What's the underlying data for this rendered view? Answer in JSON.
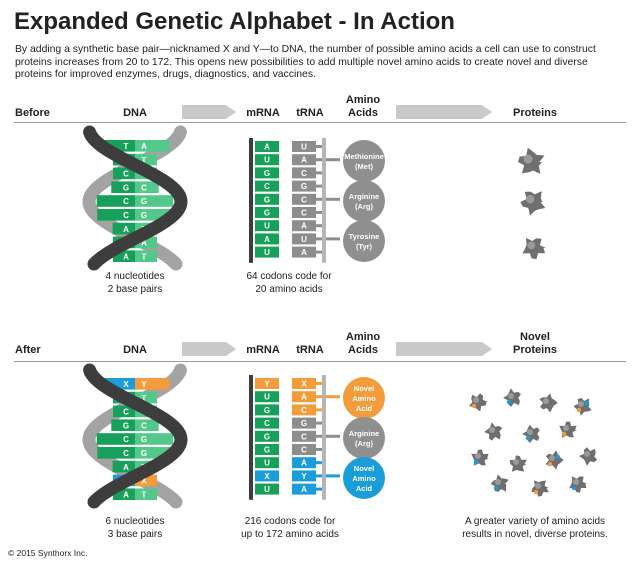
{
  "title": "Expanded Genetic Alphabet - In Action",
  "intro": "By adding a synthetic base pair—nicknamed X and Y—to DNA, the number of possible amino acids a cell can use to construct proteins increases from 20 to 172. This opens new possibilities to add multiple novel amino acids to create novel and diverse proteins for improved enzymes, drugs, diagnostics, and vaccines.",
  "colors": {
    "green": "#17a05a",
    "green_light": "#52c98b",
    "orange": "#f39c3c",
    "blue": "#1a9dd9",
    "gray": "#8d8d8d",
    "dark": "#3d3d3d"
  },
  "before": {
    "label": "Before",
    "dna_header": "DNA",
    "mrna_header": "mRNA",
    "trna_header": "tRNA",
    "amino_header_1": "Amino",
    "amino_header_2": "Acids",
    "proteins_header": "Proteins",
    "dna_pairs": [
      [
        "T",
        "A"
      ],
      [
        "A",
        "T"
      ],
      [
        "C",
        "G"
      ],
      [
        "G",
        "C"
      ],
      [
        "C",
        "G"
      ],
      [
        "C",
        "G"
      ],
      [
        "A",
        "T"
      ],
      [
        "T",
        "A"
      ],
      [
        "A",
        "T"
      ]
    ],
    "mrna": [
      "A",
      "U",
      "G",
      "C",
      "G",
      "G",
      "U",
      "A",
      "U"
    ],
    "trna": [
      "U",
      "A",
      "C",
      "G",
      "C",
      "C",
      "A",
      "U",
      "A"
    ],
    "amino_acids": [
      {
        "line1": "Methionine",
        "line2": "(Met)"
      },
      {
        "line1": "Arginine",
        "line2": "(Arg)"
      },
      {
        "line1": "Tyrosine",
        "line2": "(Tyr)"
      }
    ],
    "dna_caption_1": "4 nucleotides",
    "dna_caption_2": "2 base pairs",
    "codon_caption_1": "64 codons code for",
    "codon_caption_2": "20 amino acids"
  },
  "after": {
    "label": "After",
    "dna_header": "DNA",
    "mrna_header": "mRNA",
    "trna_header": "tRNA",
    "amino_header_1": "Amino",
    "amino_header_2": "Acids",
    "proteins_header_1": "Novel",
    "proteins_header_2": "Proteins",
    "dna_pairs": [
      [
        "X",
        "Y"
      ],
      [
        "A",
        "T"
      ],
      [
        "C",
        "G"
      ],
      [
        "G",
        "C"
      ],
      [
        "C",
        "G"
      ],
      [
        "C",
        "G"
      ],
      [
        "A",
        "T"
      ],
      [
        "Y",
        "X"
      ],
      [
        "A",
        "T"
      ]
    ],
    "mrna": [
      "Y",
      "U",
      "G",
      "C",
      "G",
      "G",
      "U",
      "X",
      "U"
    ],
    "trna": [
      "X",
      "A",
      "C",
      "G",
      "C",
      "C",
      "A",
      "Y",
      "A"
    ],
    "amino_acids": [
      {
        "line1": "Novel",
        "line2": "Amino",
        "line3": "Acid"
      },
      {
        "line1": "Arginine",
        "line2": "(Arg)",
        "line3": ""
      },
      {
        "line1": "Novel",
        "line2": "Amino",
        "line3": "Acid"
      }
    ],
    "dna_caption_1": "6 nucleotides",
    "dna_caption_2": "3 base pairs",
    "codon_caption_1": "216 codons code for",
    "codon_caption_2": "up to 172 amino acids",
    "proteins_caption_1": "A greater variety of amino acids",
    "proteins_caption_2": "results in novel, diverse proteins."
  },
  "copyright": "© 2015 Synthorx Inc."
}
